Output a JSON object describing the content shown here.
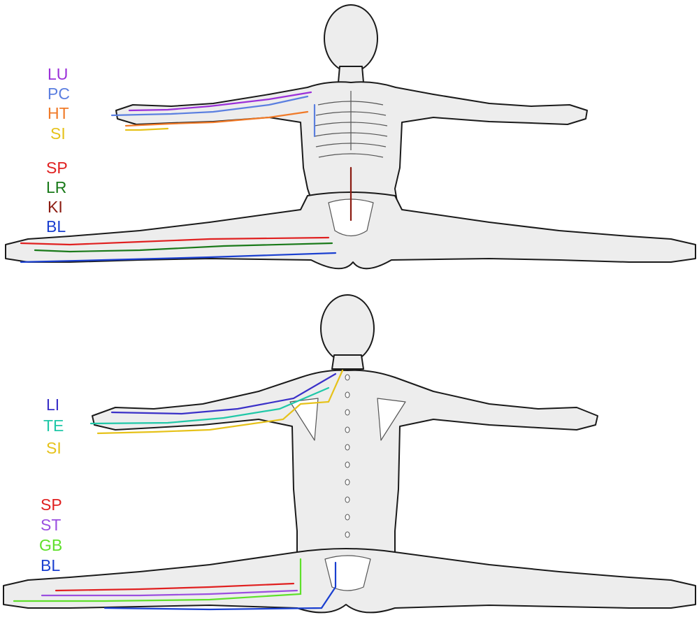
{
  "front_legend": [
    {
      "code": "LU",
      "color": "#9b30d9"
    },
    {
      "code": "PC",
      "color": "#5b7fe0"
    },
    {
      "code": "HT",
      "color": "#f07a28"
    },
    {
      "code": "SI",
      "color": "#e6c21a"
    },
    {
      "code": "SP",
      "color": "#e02020"
    },
    {
      "code": "LR",
      "color": "#1a7a1a"
    },
    {
      "code": "KI",
      "color": "#8b1a10"
    },
    {
      "code": "BL",
      "color": "#1a3fd0"
    }
  ],
  "back_legend": [
    {
      "code": "LI",
      "color": "#3a30c8"
    },
    {
      "code": "TE",
      "color": "#20c8a8"
    },
    {
      "code": "SI",
      "color": "#e6c21a"
    },
    {
      "code": "SP",
      "color": "#e02020"
    },
    {
      "code": "ST",
      "color": "#9b4fe0"
    },
    {
      "code": "GB",
      "color": "#5ee02a"
    },
    {
      "code": "BL",
      "color": "#1a3fd0"
    }
  ],
  "style": {
    "skin_fill": "#ededed",
    "outline": "#1a1a1a",
    "bone": "#ffffff"
  }
}
